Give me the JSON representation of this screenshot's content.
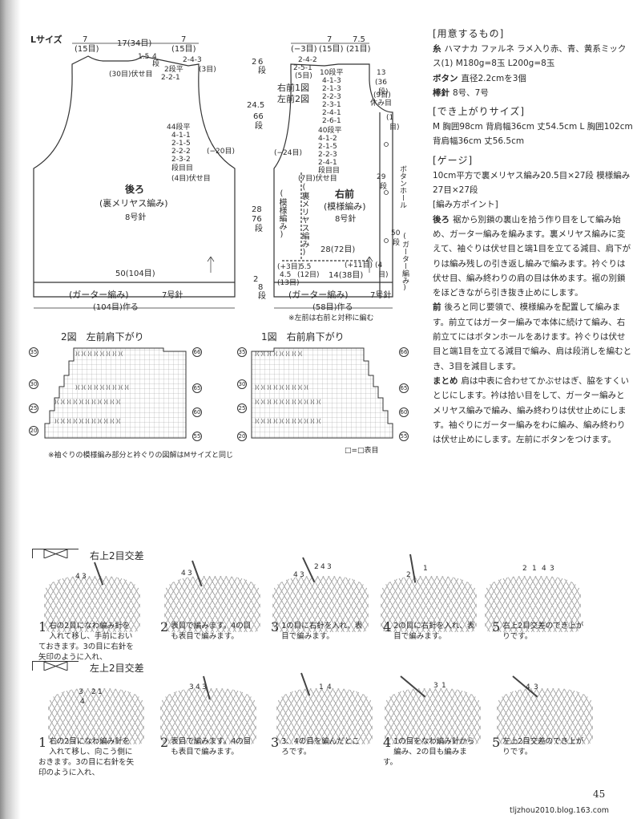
{
  "back_diagram": {
    "size_label": "Lサイズ",
    "top_dims": [
      "7",
      "(15目)",
      "17(34目)",
      "7",
      "(15目)"
    ],
    "neck": [
      "1.5",
      "4",
      "段",
      "(30目)伏せ目",
      "2-4-3",
      "2段平",
      "2-2-1",
      "(3目)"
    ],
    "armhole": [
      "44段平",
      "4-1-1",
      "2-1-5",
      "2-2-2",
      "2-3-2",
      "段目目",
      "(4目)伏せ目",
      "(−20目)"
    ],
    "title": "後ろ",
    "subtitle": "(裏メリヤス編み)",
    "needle": "8号針",
    "bottom_count": "50(104目)",
    "garter": "(ガーター編み)",
    "garter_needle": "7号針",
    "cast_on": "(104目)作る",
    "side_dims": [
      "2",
      "6",
      "段",
      "24.5",
      "66",
      "段",
      "28",
      "76",
      "段",
      "2",
      "8",
      "段"
    ]
  },
  "front_diagram": {
    "top_dims": [
      "(−3目)",
      "7",
      "(15目)",
      "7.5",
      "(21目)"
    ],
    "neck": [
      "2-4-2",
      "2-5-1",
      "(5目)",
      "10段平",
      "4-1-3",
      "2-1-3",
      "2-2-3",
      "2-3-1",
      "2-4-1",
      "2-6-1"
    ],
    "fig_refs": [
      "右前1図",
      "左前2図"
    ],
    "armhole": [
      "40段平",
      "4-1-2",
      "2-1-5",
      "2-2-3",
      "2-4-1",
      "段目目",
      "(7目)伏せ目",
      "(−24目)"
    ],
    "right_dims": [
      "13",
      "(36",
      "段)",
      "(9目)",
      "休み目",
      "(1",
      "目)",
      "29",
      "段",
      "50",
      "段",
      "(4",
      "目)"
    ],
    "pattern_v": "(模様編み)",
    "rev_v": "(裏メリヤス編み)",
    "title": "右前",
    "subtitle": "(模様編み)",
    "needle": "8号針",
    "buttonhole_v": "ボタンホール",
    "garter_v": "(ガーター編み)",
    "bottom_count": "28(72目)",
    "bottom_parts": [
      "(+3目)",
      "4.5",
      "(13目)",
      "5.5",
      "(12目)",
      "14(38目)",
      "(+11目)"
    ],
    "garter": "(ガーター編み)",
    "garter_needle": "7号針",
    "cast_on": "(58目)作る",
    "note": "※左前は右前と対称に編む"
  },
  "charts": {
    "chart2_title": "2図　左前肩下がり",
    "chart1_title": "1図　右前肩下がり",
    "chart2_left_rows": [
      "35",
      "30",
      "25",
      "20"
    ],
    "chart2_right_rows": [
      "66",
      "65",
      "60",
      "55"
    ],
    "chart1_left_rows": [
      "35",
      "30",
      "25",
      "20"
    ],
    "chart1_right_rows": [
      "66",
      "65",
      "60",
      "55"
    ],
    "legend": "□=□表目",
    "note": "※袖ぐりの模様編み部分と衿ぐりの図解はMサイズと同じ"
  },
  "materials": {
    "heading": "[用意するもの]",
    "yarn_label": "糸",
    "yarn": "ハマナカ ファルネ ラメ入り赤、青、黄系ミックス(1) M180g=8玉 L200g=8玉",
    "button_label": "ボタン",
    "button": "直径2.2cmを3個",
    "needle_label": "棒針",
    "needle": "8号、7号"
  },
  "finished": {
    "heading": "[でき上がりサイズ]",
    "text": "M 胸囲98cm 背肩幅36cm 丈54.5cm L 胸囲102cm 背肩幅36cm 丈56.5cm"
  },
  "gauge": {
    "heading": "[ゲージ]",
    "text": "10cm平方で裏メリヤス編み20.5目×27段 模様編み27目×27段"
  },
  "points": {
    "heading": "[編み方ポイント]",
    "back_label": "後ろ",
    "back": "裾から別鎖の裏山を拾う作り目をして編み始め、ガーター編みを編みます。裏メリヤス編みに変えて、袖ぐりは伏せ目と端1目を立てる減目、肩下がりは編み残しの引き返し編みで編みます。衿ぐりは伏せ目、編み終わりの肩の目は休めます。裾の別鎖をほどきながら引き抜き止めにします。",
    "front_label": "前",
    "front": "後ろと同じ要領で、模様編みを配置して編みます。前立てはガーター編みで本体に続けて編み、右前立てにはボタンホールをあけます。衿ぐりは伏せ目と端1目を立てる減目で編み、肩は段消しを編むとき、3目を減目します。",
    "finish_label": "まとめ",
    "finish": "肩は中表に合わせてかぶせはぎ、脇をすくいとじにします。衿は拾い目をして、ガーター編みとメリヤス編みで編み、編み終わりは伏せ止めにします。袖ぐりにガーター編みをわに編み、編み終わりは伏せ止めにします。左前にボタンをつけます。"
  },
  "cables": {
    "right_title": "右上2目交差",
    "left_title": "左上2目交差",
    "right_steps": [
      {
        "n": "1",
        "text": "右の2目になわ編み針を入れて移し、手前においておきます。3の目に右針を矢印のように入れ、"
      },
      {
        "n": "2",
        "text": "表目で編みます。4の目も表目で編みます。"
      },
      {
        "n": "3",
        "text": "1の目に右針を入れ、表目で編みます。"
      },
      {
        "n": "4",
        "text": "2の目に右針を入れ、表目で編みます。"
      },
      {
        "n": "5",
        "text": "右上2目交差のでき上がりです。"
      }
    ],
    "left_steps": [
      {
        "n": "1",
        "text": "右の2目になわ編み針を入れて移し、向こう側におきます。3の目に右針を矢印のように入れ、"
      },
      {
        "n": "2",
        "text": "表目で編みます。4の目も表目で編みます。"
      },
      {
        "n": "3",
        "text": "3、4の目を編んだところです。"
      },
      {
        "n": "4",
        "text": "1の目をなわ編み針から編み、2の目も編みます。"
      },
      {
        "n": "5",
        "text": "左上2目交差のでき上がりです。"
      }
    ],
    "right_labels": [
      "4",
      "3",
      "4",
      "3",
      "4",
      "3",
      "2",
      "4",
      "3",
      "2",
      "1",
      "2",
      "1",
      "4",
      "3"
    ],
    "left_labels": [
      "3",
      "2",
      "1",
      "4",
      "3",
      "4",
      "3",
      "1",
      "4",
      "3",
      "1",
      "4",
      "3"
    ]
  },
  "footer": {
    "page_number": "45",
    "url": "tljzhou2010.blog.163.com"
  }
}
